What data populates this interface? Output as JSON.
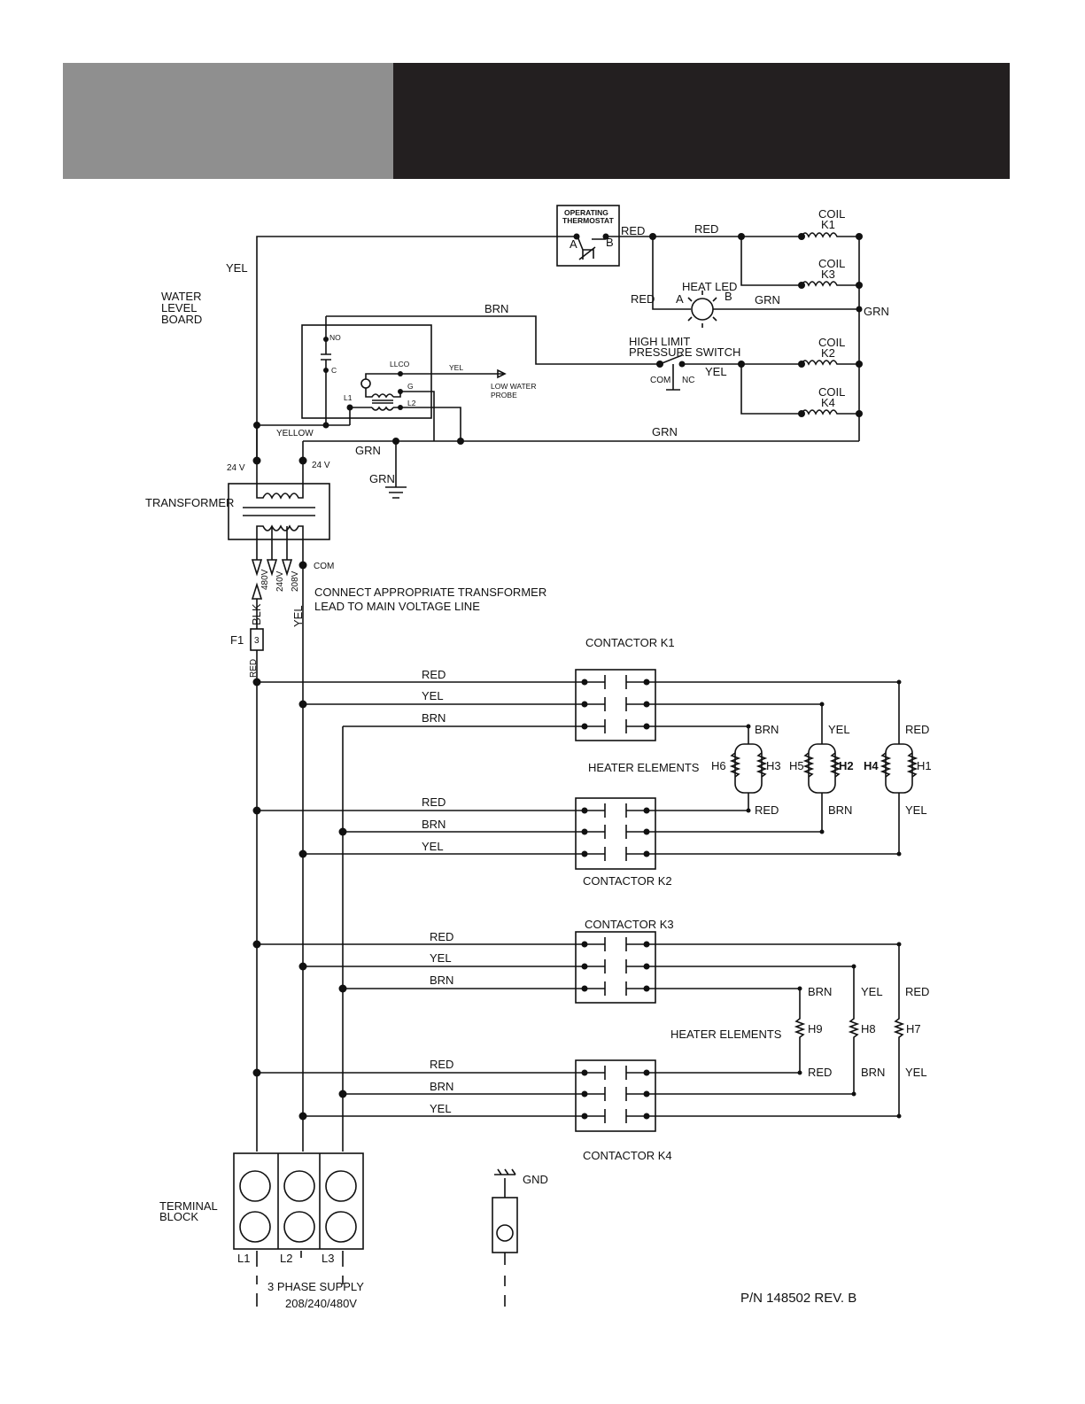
{
  "header": {
    "left_color": "#8f8f8f",
    "right_color": "#231f20"
  },
  "labels": {
    "yel_top": "YEL",
    "water_level_board": [
      "WATER",
      "LEVEL",
      "BOARD"
    ],
    "op_thermostat": [
      "OPERATING",
      "THERMOSTAT"
    ],
    "therm_a": "A",
    "therm_b": "B",
    "red_1": "RED",
    "red_2": "RED",
    "red_3": "RED",
    "coil_k1": [
      "COIL",
      "K1"
    ],
    "coil_k3": [
      "COIL",
      "K3"
    ],
    "coil_k2": [
      "COIL",
      "K2"
    ],
    "coil_k4": [
      "COIL",
      "K4"
    ],
    "heat_led": "HEAT  LED",
    "led_a": "A",
    "led_b": "B",
    "grn_led": "GRN",
    "grn_right": "GRN",
    "brn_top": "BRN",
    "high_limit": [
      "HIGH  LIMIT",
      "PRESSURE  SWITCH"
    ],
    "com": "COM",
    "nc": "NC",
    "yel_switch": "YEL",
    "wb_no": "NO",
    "wb_c": "C",
    "wb_l1": "L1",
    "wb_llco": "LLCO",
    "wb_g": "G",
    "wb_l2": "L2",
    "wb_yel": "YEL",
    "low_water_probe": [
      "LOW  WATER",
      "PROBE"
    ],
    "yellow": "YELLOW",
    "grn_bottom": "GRN",
    "grn_a": "GRN",
    "grn_b": "GRN",
    "v24_left": "24  V",
    "v24_right": "24  V",
    "transformer": "TRANSFORMER",
    "tap_480": "480V",
    "tap_240": "240V",
    "tap_208": "208V",
    "tap_com": "COM",
    "connect_note": [
      "CONNECT  APPROPRIATE  TRANSFORMER",
      "LEAD  TO  MAIN  VOLTAGE  LINE"
    ],
    "blk": "BLK",
    "f1": "F1",
    "fuse_num": "3",
    "red_fuse": "RED",
    "yel_vert": "YEL",
    "contactor_k1": "CONTACTOR  K1",
    "contactor_k2": "CONTACTOR  K2",
    "contactor_k3": "CONTACTOR  K3",
    "contactor_k4": "CONTACTOR  K4",
    "k1_wires": [
      "RED",
      "YEL",
      "BRN"
    ],
    "k2_wires": [
      "RED",
      "BRN",
      "YEL"
    ],
    "k3_wires": [
      "RED",
      "YEL",
      "BRN"
    ],
    "k4_wires": [
      "RED",
      "BRN",
      "YEL"
    ],
    "heater_elements_1": "HEATER  ELEMENTS",
    "heater_elements_2": "HEATER  ELEMENTS",
    "h1": "H1",
    "h2": "H2",
    "h3": "H3",
    "h4": "H4",
    "h5": "H5",
    "h6": "H6",
    "h7": "H7",
    "h8": "H8",
    "h9": "H9",
    "he1_top": [
      "BRN",
      "YEL",
      "RED"
    ],
    "he1_bot": [
      "RED",
      "BRN",
      "YEL"
    ],
    "he2_top": [
      "BRN",
      "YEL",
      "RED"
    ],
    "he2_bot": [
      "RED",
      "BRN",
      "YEL"
    ],
    "gnd": "GND",
    "terminal_block": [
      "TERMINAL",
      "BLOCK"
    ],
    "tb_l1": "L1",
    "tb_l2": "L2",
    "tb_l3": "L3",
    "supply": [
      "3  PHASE  SUPPLY",
      "208/240/480V"
    ],
    "part_number": "P/N  148502  REV.  B"
  }
}
